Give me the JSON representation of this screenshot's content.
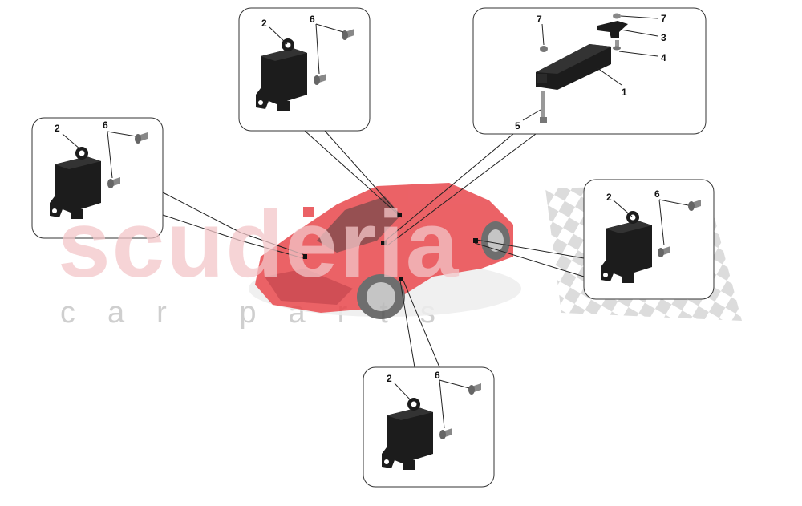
{
  "watermark": {
    "brand": "scuderia",
    "tagline": "car parts"
  },
  "colors": {
    "car": "#e8474c",
    "part": "#1c1c1c",
    "box_border": "#333333",
    "watermark_brand": "#f3c6c8",
    "watermark_tagline": "#cfcfcf"
  },
  "callouts": {
    "top_center": {
      "labels": [
        "2",
        "6"
      ]
    },
    "top_right": {
      "labels": [
        "7",
        "7",
        "3",
        "4",
        "1",
        "5"
      ]
    },
    "left": {
      "labels": [
        "2",
        "6"
      ]
    },
    "right": {
      "labels": [
        "2",
        "6"
      ]
    },
    "bottom": {
      "labels": [
        "2",
        "6"
      ]
    }
  }
}
